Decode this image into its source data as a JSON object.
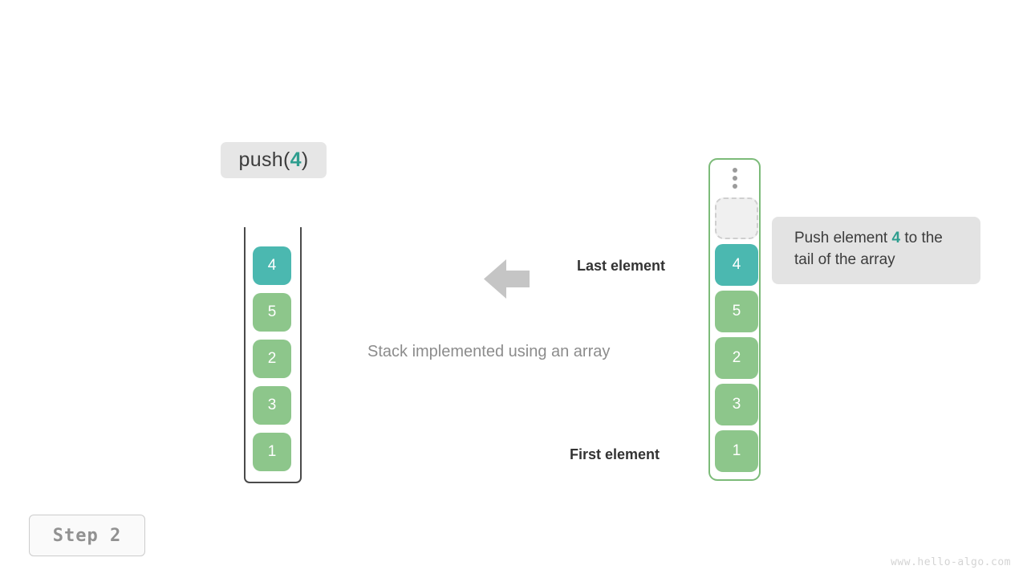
{
  "operation": {
    "prefix": "push(",
    "argument": "4",
    "suffix": ")"
  },
  "stack_figure": {
    "name": "stack-container",
    "items": [
      {
        "value": "4",
        "state": "highlight"
      },
      {
        "value": "5",
        "state": "normal"
      },
      {
        "value": "2",
        "state": "normal"
      },
      {
        "value": "3",
        "state": "normal"
      },
      {
        "value": "1",
        "state": "normal"
      }
    ]
  },
  "array_figure": {
    "name": "array-container",
    "overflow_icon": "vertical-dots-icon",
    "empty_slot_label": "",
    "items": [
      {
        "value": "4",
        "state": "highlight"
      },
      {
        "value": "5",
        "state": "normal"
      },
      {
        "value": "2",
        "state": "normal"
      },
      {
        "value": "3",
        "state": "normal"
      },
      {
        "value": "1",
        "state": "normal"
      }
    ]
  },
  "annotations": {
    "arrow_icon": "arrow-left-icon",
    "last_element_label": "Last element",
    "first_element_label": "First element",
    "caption": "Stack implemented using an array"
  },
  "callout": {
    "text_before": "Push element ",
    "highlight": "4",
    "text_after": " to the tail of the array"
  },
  "step_badge": {
    "label": "Step 2"
  },
  "watermark": {
    "text": "www.hello-algo.com"
  },
  "colors": {
    "highlight_teal": "#4bb8b0",
    "element_green": "#8dc68b",
    "array_border_green": "#7cbb79",
    "stack_border_gray": "#4a4a4a",
    "label_bg_gray": "#e6e6e6",
    "callout_bg_gray": "#e3e3e3",
    "arrow_gray": "#c5c5c5",
    "caption_gray": "#8c8c8c",
    "anno_dark": "#333333",
    "accent_text_teal": "#2f9e8f",
    "step_text_gray": "#919191",
    "watermark_gray": "#d4d4d4"
  }
}
